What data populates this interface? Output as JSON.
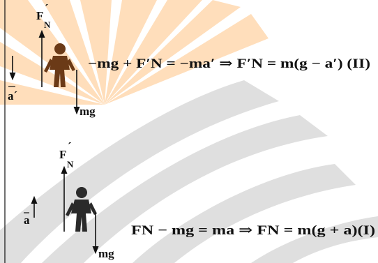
{
  "equations": {
    "top": "−mg + F′N = −ma′ ⇒ F′N = m(g − a′)  (II)",
    "bottom": "FN − mg = ma ⇒ FN = m(g + a)(I)"
  },
  "labels": {
    "normal_force": "F",
    "normal_sub": "N",
    "prime": "´",
    "weight": "mg",
    "accel": "a",
    "accel_prime": "a´"
  },
  "figures": {
    "top": {
      "person_color": "#6b3a17",
      "accel_direction": "down"
    },
    "bottom": {
      "person_color": "#2a2a2a",
      "accel_direction": "up"
    }
  },
  "colors": {
    "watermark_orange": "#ffd9b0",
    "watermark_gray": "#dcdcdc",
    "ink": "#111111"
  }
}
